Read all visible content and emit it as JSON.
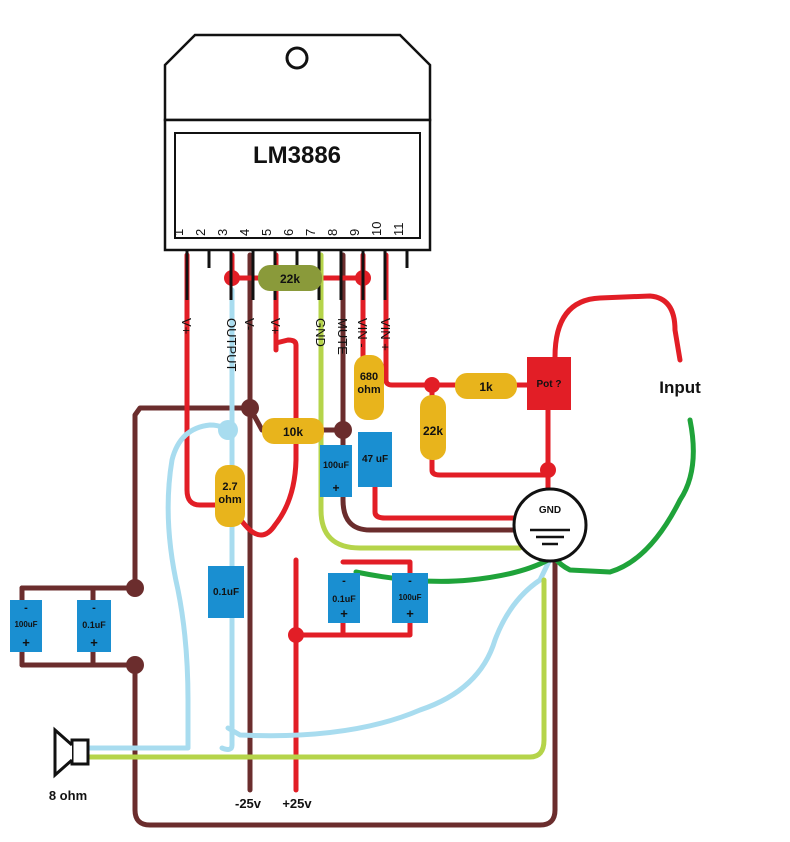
{
  "chip": {
    "name": "LM3886",
    "pins": [
      "1",
      "2",
      "3",
      "4",
      "5",
      "6",
      "7",
      "8",
      "9",
      "10",
      "11"
    ]
  },
  "pin_labels": {
    "vplus1": "V+",
    "output": "OUTPUT",
    "vminus": "V-",
    "vplus2": "V+",
    "gnd": "GND",
    "mute": "MUTE",
    "vin_minus": "VIN -",
    "vin_plus": "VIN +"
  },
  "components": {
    "r_22k_top": "22k",
    "r_10k": "10k",
    "r_680": "680\nohm",
    "r_1k": "1k",
    "r_22k_right": "22k",
    "r_2_7": "2.7\nohm",
    "pot": "Pot ?",
    "c_100uf_mute": "100uF",
    "c_47uf": "47 uF",
    "c_01uf_out": "0.1uF",
    "c_01uf_mid": "0.1uF",
    "c_100uf_mid": "100uF",
    "c_100uf_left": "100uF",
    "c_01uf_left": "0.1uF",
    "minus": "-",
    "plus": "+"
  },
  "labels": {
    "input": "Input",
    "gnd_node": "GND",
    "speaker": "8 ohm",
    "neg_supply": "-25v",
    "pos_supply": "+25v"
  },
  "colors": {
    "red": "#e21e26",
    "brown": "#6b2d2d",
    "lightblue": "#a8dcef",
    "lime": "#b5d44a",
    "green": "#1fa33a",
    "yellow": "#e8b41c",
    "olive": "#8a9a3a",
    "cap_blue": "#1a8fd1",
    "black": "#111111"
  }
}
